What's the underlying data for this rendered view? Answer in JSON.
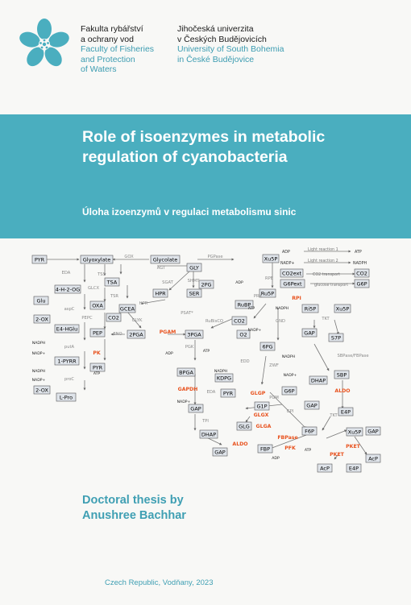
{
  "faculty": {
    "line1": "Fakulta rybářství",
    "line2": "a ochrany vod",
    "en1": "Faculty of Fisheries",
    "en2": "and Protection",
    "en3": "of Waters"
  },
  "university": {
    "line1": "Jihočeská univerzita",
    "line2": "v Českých Budějovicích",
    "en1": "University of South Bohemia",
    "en2": "in České Budějovice"
  },
  "colors": {
    "band": "#4aaebf",
    "teal_text": "#3f9fb3",
    "enzyme_orange": "#e8521e",
    "node_box": "#dfe4ea"
  },
  "title": {
    "line1": "Role of isoenzymes in metabolic",
    "line2": "regulation of cyanobacteria"
  },
  "subtitle": "Úloha izoenzymů v regulaci metabolismu sinic",
  "diagram": {
    "nodes": {
      "pyr1": "PYR",
      "glyoxylate": "Glyoxylate",
      "glycolate": "Glycolate",
      "gly": "GLY",
      "hpr": "HPR",
      "ser": "SER",
      "pg2": "2PG",
      "tsa": "TSA",
      "oxa": "OXA",
      "gcea": "GCEA",
      "h2og": "4-H-2-OG",
      "glu": "Glu",
      "ox2a": "2-OX",
      "e4hglu": "E4-HGlu",
      "pyrr": "1-PYRR",
      "ox2b": "2-OX",
      "lpro": "L-Pro",
      "pep": "PEP",
      "co2a": "CO2",
      "pga2": "2PGA",
      "pga3": "3PGA",
      "pyr2": "PYR",
      "xu5pa": "Xu5P",
      "ru5p": "Ru5P",
      "rubp": "RuBP",
      "co2b": "CO2",
      "o2": "O2",
      "r5p": "Ri5P",
      "xu5pb": "Xu5P",
      "gapa": "GAP",
      "s7p": "S7P",
      "sbp": "SBP",
      "dhapa": "DHAP",
      "bpga": "BPGA",
      "kdpg": "KDPG",
      "pyr3": "PYR",
      "gapb": "GAP",
      "pg6": "6PG",
      "g6p": "G6P",
      "g1p": "G1P",
      "glg": "GLG",
      "dhapb": "DHAP",
      "gapc": "GAP",
      "f6p": "F6P",
      "fbp": "FBP",
      "e4p": "E4P",
      "gapd": "GAP",
      "xu5pc": "Xu5P",
      "acp": "AcP",
      "e4pb": "E4P",
      "co2ext": "CO2ext",
      "co2c": "CO2",
      "g6pext": "G6Pext",
      "g6pc": "G6P"
    },
    "enzymes": {
      "pgam": "PGAM",
      "pk": "PK",
      "gapdh": "GAPDH",
      "glgp": "GLGP",
      "glgx": "GLGX",
      "glga": "GLGA",
      "aldo1": "ALDO",
      "fbpase": "FBPase",
      "pfk": "PFK",
      "aldo2": "ALDO",
      "rpi": "RPI",
      "pket1": "PKET",
      "pket2": "PKET"
    },
    "labels": {
      "gox": "GOX",
      "pgpase": "PGPase",
      "agt": "AGT",
      "tss": "TSS",
      "glcx": "GLCX",
      "tsr": "TSR",
      "hprl": "HPR",
      "sgat": "SGAT",
      "shmt": "SHMT",
      "glyk": "GLYK",
      "psat": "PSAT*",
      "eda1": "EDA",
      "aspc1": "aspC",
      "puta": "putA",
      "proc": "proC",
      "aspc2": "aspC",
      "pepc": "PEPC",
      "eno": "ENO",
      "pgk": "PGK",
      "rubisco": "RuBisCO",
      "prk": "PRK",
      "rpe": "RPE",
      "gnd": "GND",
      "zwf": "ZWF",
      "edd": "EDD",
      "eda2": "EDA",
      "pgm": "PGM",
      "gpi": "GPI",
      "tpi": "TPI",
      "tkt1": "TKT",
      "tkt2": "TKT",
      "sbpfbp": "SBPase/FBPase",
      "nadph1": "NADPH",
      "nadp1": "NADP+",
      "nadph2": "NADPH",
      "nadp2": "NADP+",
      "nadph3": "NADPH",
      "nadp3": "NADP+",
      "nadph4": "NADPH",
      "nadp4": "NADP+",
      "nadph5": "NADPH",
      "nadp5": "NADP+",
      "nadph6": "NADPH",
      "adp1": "ADP",
      "atp1": "ATP",
      "adp2": "ADP",
      "atp2": "ATP",
      "adp3": "ADP",
      "atp3": "ATP",
      "adp4": "ADP",
      "atp4": "ATP",
      "pi1": "Pi"
    },
    "legend": {
      "adp": "ADP",
      "l1": "Light reaction 1",
      "atp": "ATP",
      "nadp": "NADP+",
      "l2": "Light reaction 2",
      "nadph": "NADPH",
      "l3": "CO2 transport",
      "l4": "glucose transport"
    }
  },
  "byline": {
    "line1": "Doctoral thesis by",
    "line2": "Anushree Bachhar"
  },
  "footer": "Czech Republic, Vodňany, 2023"
}
